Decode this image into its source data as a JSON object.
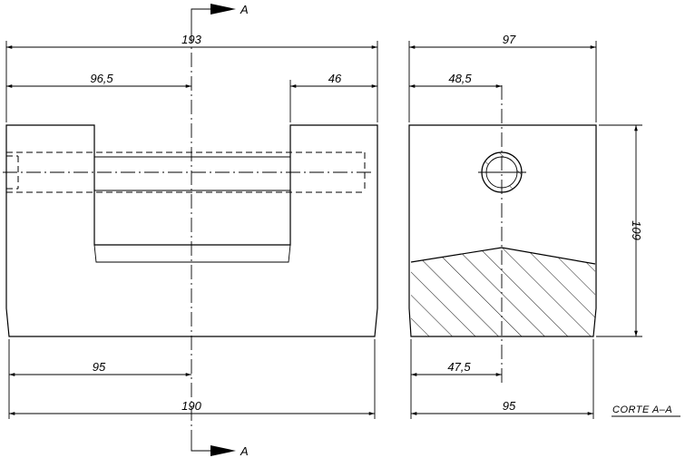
{
  "section_marker": "A",
  "section_caption": "CORTE  A–A",
  "front_view": {
    "dimensions": {
      "overall_top": "193",
      "half_top": "96,5",
      "slot_right": "46",
      "half_bottom": "95",
      "overall_bottom": "190"
    }
  },
  "section_view": {
    "dimensions": {
      "overall_top": "97",
      "half_top": "48,5",
      "height": "109",
      "half_bottom": "47,5",
      "overall_bottom": "95"
    }
  }
}
